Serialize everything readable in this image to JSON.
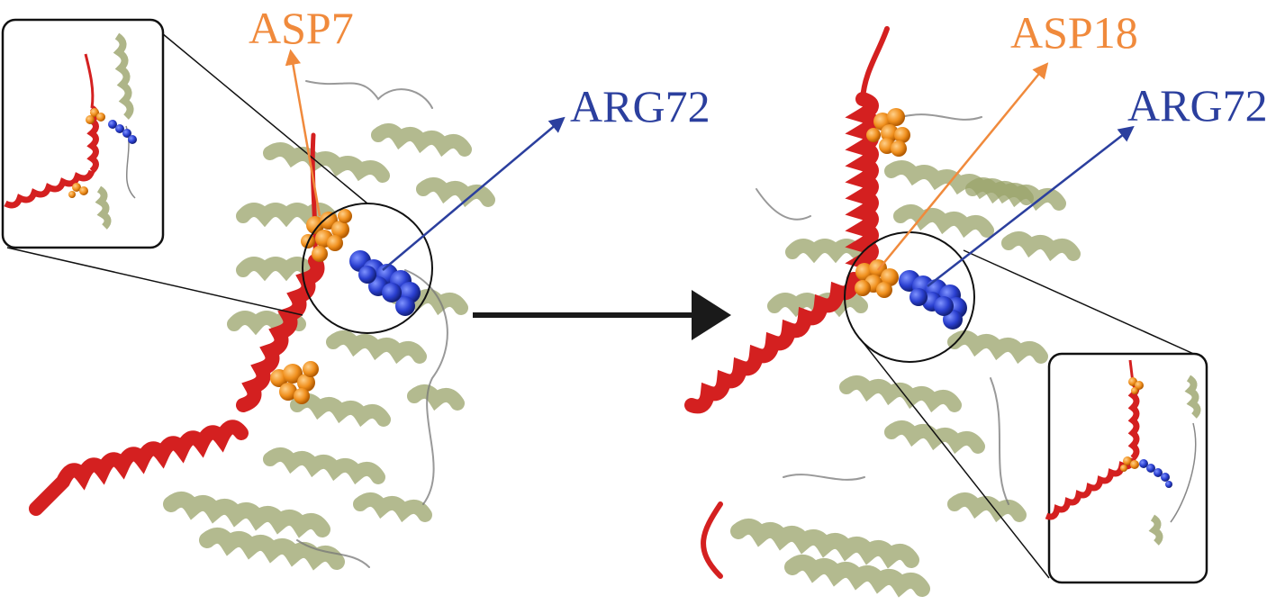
{
  "left_panel": {
    "label_asp": "ASP7",
    "label_arg": "ARG72"
  },
  "right_panel": {
    "label_asp": "ASP18",
    "label_arg": "ARG72"
  },
  "colors": {
    "asp": "#f08a3c",
    "arg": "#2b3f9e",
    "peptide": "#d42020",
    "protein": "#9aa36a",
    "arrow": "#1a1a1a"
  },
  "icons": [
    "transition-arrow-icon"
  ]
}
